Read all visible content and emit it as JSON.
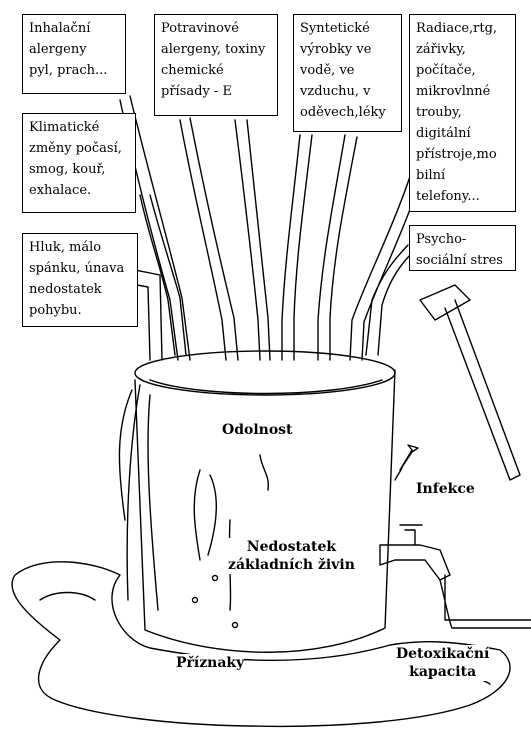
{
  "sources": {
    "inhalacni": "Inhalační\nalergeny\npyl, prach...",
    "potravinove": "Potravinové\nalergeny, toxiny\nchemické\npřísady - E",
    "synteticke": "Syntetické\nvýrobky ve\nvodě, ve\nvzduchu, v\noděvech,léky",
    "radiace": "Radiace,rtg,\nzářivky,\npočítače,\nmikrovlnné\ntrouby,\ndigitální\npřístroje,mo\nbilní\ntelefony...",
    "klimaticke": "Klimatické\nzměny počasí,\nsmog, kouř,\nexhalace.",
    "psychosocialni": "Psycho-\nsociální stres",
    "hluk": "Hluk, málo\nspánku, únava\nnedostatek\npohybu."
  },
  "barrel": {
    "odolnost": "Odolnost",
    "nedostatek": "Nedostatek\nzákladních živin"
  },
  "outside": {
    "infekce": "Infekce",
    "priznaky": "Příznaky",
    "detox": "Detoxikační\nkapacita"
  },
  "colors": {
    "ink": "#000000",
    "paper": "#ffffff"
  }
}
